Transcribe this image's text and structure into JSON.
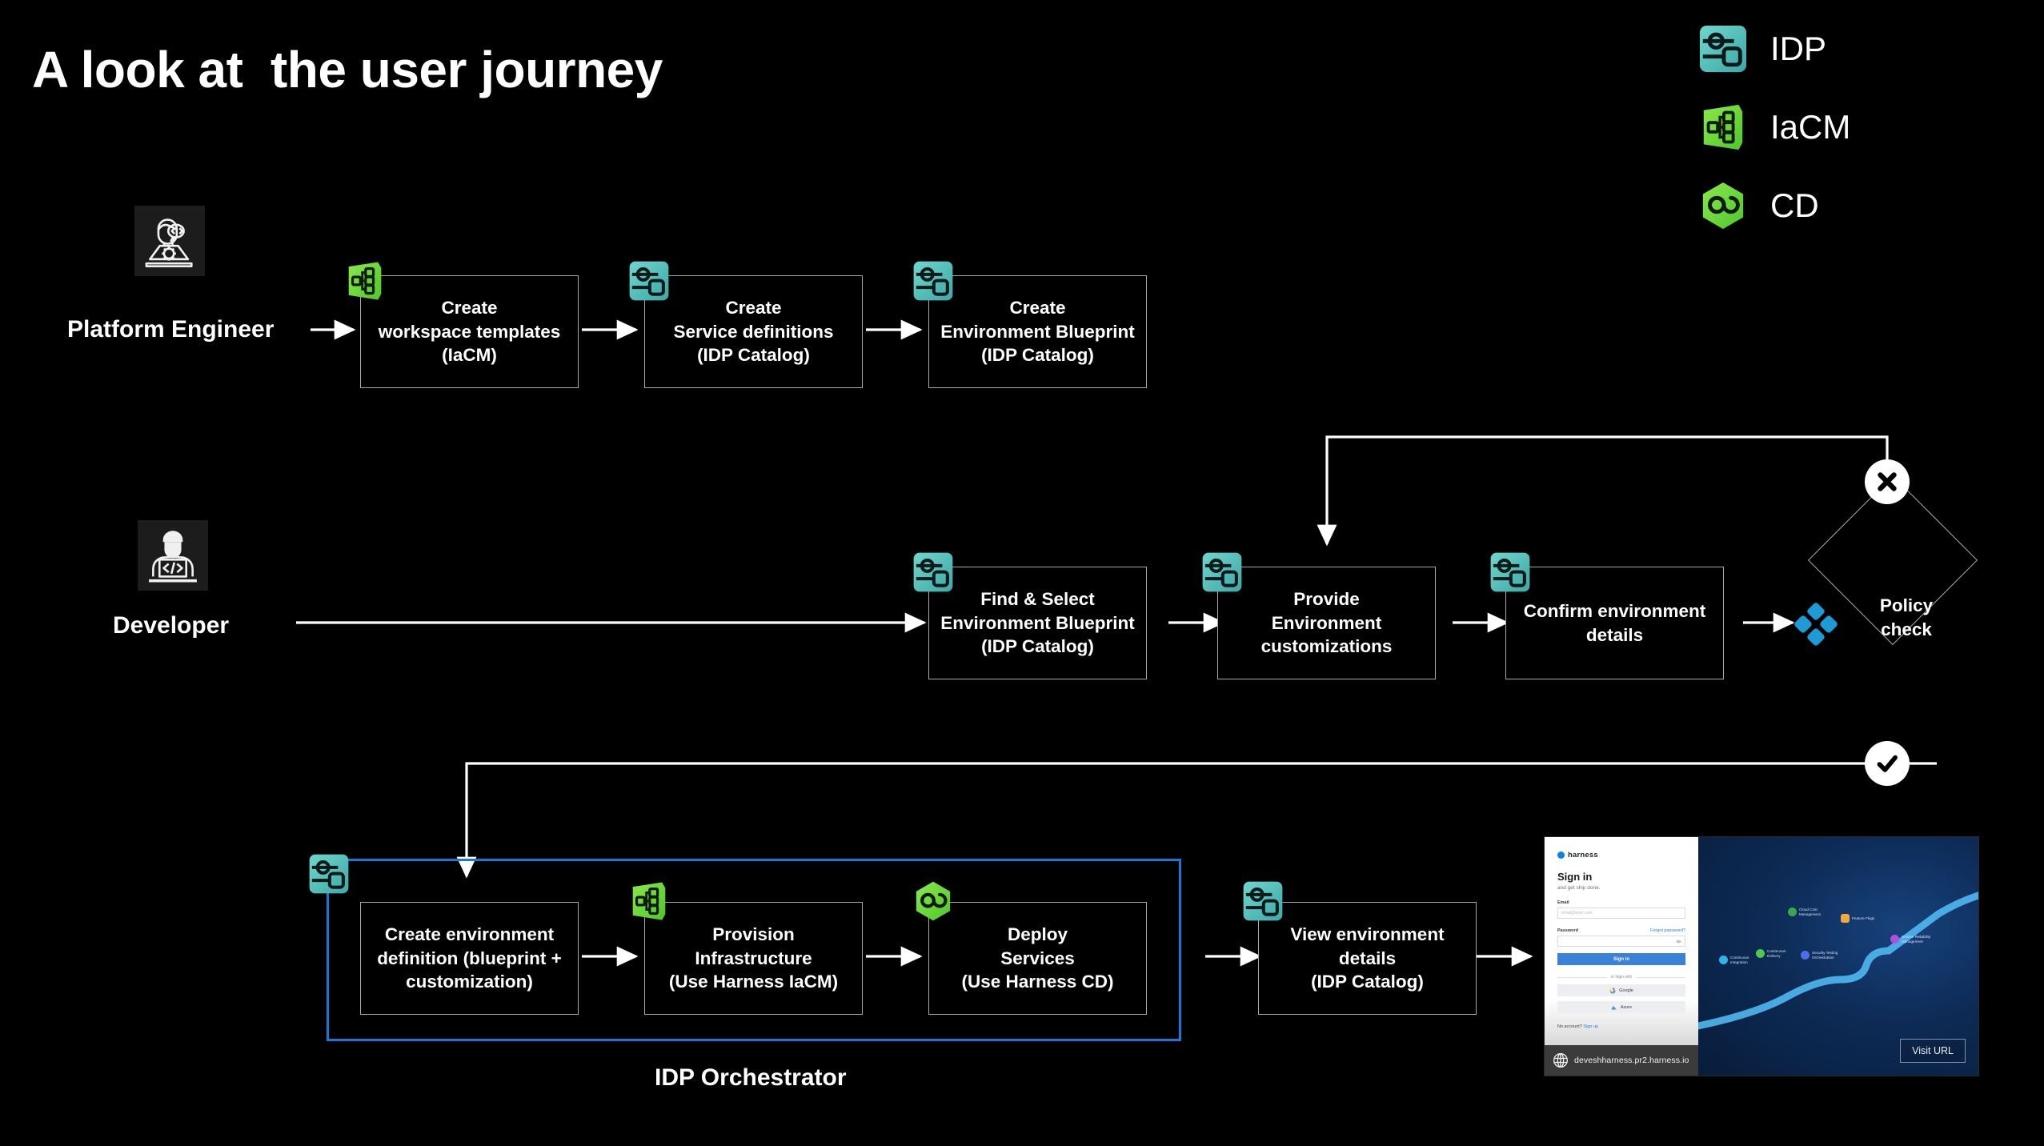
{
  "page": {
    "title": "A look at  the user journey",
    "background": "#000000",
    "accent_blue": "#1778d8",
    "idp_color": "#5cc8c0",
    "iacm_color": "#72d636",
    "cd_color": "#6cd93f",
    "policy_color": "#1e9ad6"
  },
  "legend": {
    "items": [
      {
        "label": "IDP",
        "icon": "idp-icon",
        "color": "#5cc8c0"
      },
      {
        "label": "IaCM",
        "icon": "iacm-icon",
        "color": "#72d636"
      },
      {
        "label": "CD",
        "icon": "cd-icon",
        "color": "#6cd93f"
      }
    ]
  },
  "personas": [
    {
      "label": "Platform Engineer",
      "icon": "platform-engineer-avatar"
    },
    {
      "label": "Developer",
      "icon": "developer-avatar"
    }
  ],
  "rows": {
    "platform_engineer": {
      "steps": [
        {
          "text": "Create\nworkspace templates\n(IaCM)",
          "badge": "iacm-icon"
        },
        {
          "text": "Create\nService definitions\n(IDP Catalog)",
          "badge": "idp-icon"
        },
        {
          "text": "Create\nEnvironment Blueprint\n(IDP Catalog)",
          "badge": "idp-icon"
        }
      ]
    },
    "developer": {
      "steps": [
        {
          "text": "Find & Select\nEnvironment Blueprint\n(IDP Catalog)",
          "badge": "idp-icon"
        },
        {
          "text": "Provide\nEnvironment\ncustomizations",
          "badge": "idp-icon"
        },
        {
          "text": "Confirm environment\ndetails",
          "badge": "idp-icon"
        }
      ],
      "decision": {
        "label": "Policy\ncheck",
        "badge": "policy-icon",
        "reject_icon": "x-circle-icon",
        "approve_icon": "check-circle-icon"
      }
    },
    "orchestrator": {
      "container_label": "IDP Orchestrator",
      "container_badge": "idp-icon",
      "steps": [
        {
          "text": "Create environment\ndefinition (blueprint +\ncustomization)",
          "badge": null
        },
        {
          "text": "Provision\nInfrastructure\n(Use Harness IaCM)",
          "badge": "iacm-icon"
        },
        {
          "text": "Deploy\nServices\n(Use Harness CD)",
          "badge": "cd-icon"
        }
      ],
      "after_steps": [
        {
          "text": "View environment\ndetails\n(IDP Catalog)",
          "badge": "idp-icon"
        }
      ]
    }
  },
  "thumbnail": {
    "brand": "harness",
    "heading": "Sign in",
    "subheading": "and get ship done.",
    "email_label": "Email",
    "email_placeholder": "email@work.com",
    "password_label": "Password",
    "forgot_link": "Forgot password?",
    "signin_button": "Sign in",
    "or_divider": "or login with",
    "sso_google": "Google",
    "sso_azure": "Azure",
    "no_account_text": "No account?",
    "sign_up_link": "Sign up",
    "url": "deveshharness.pr2.harness.io",
    "visit_button": "Visit URL",
    "journey_nodes": [
      {
        "name": "Continuous\nIntegration",
        "color": "#2cb5e8"
      },
      {
        "name": "Continuous\nDelivery",
        "color": "#4ec94e"
      },
      {
        "name": "Cloud Cost\nManagement",
        "color": "#3aa84a"
      },
      {
        "name": "Feature Flags",
        "color": "#f2a83b"
      },
      {
        "name": "Security Testing\nOrchestration",
        "color": "#4f6de8"
      },
      {
        "name": "Service Reliability\nManagement",
        "color": "#b24ee0"
      }
    ]
  }
}
